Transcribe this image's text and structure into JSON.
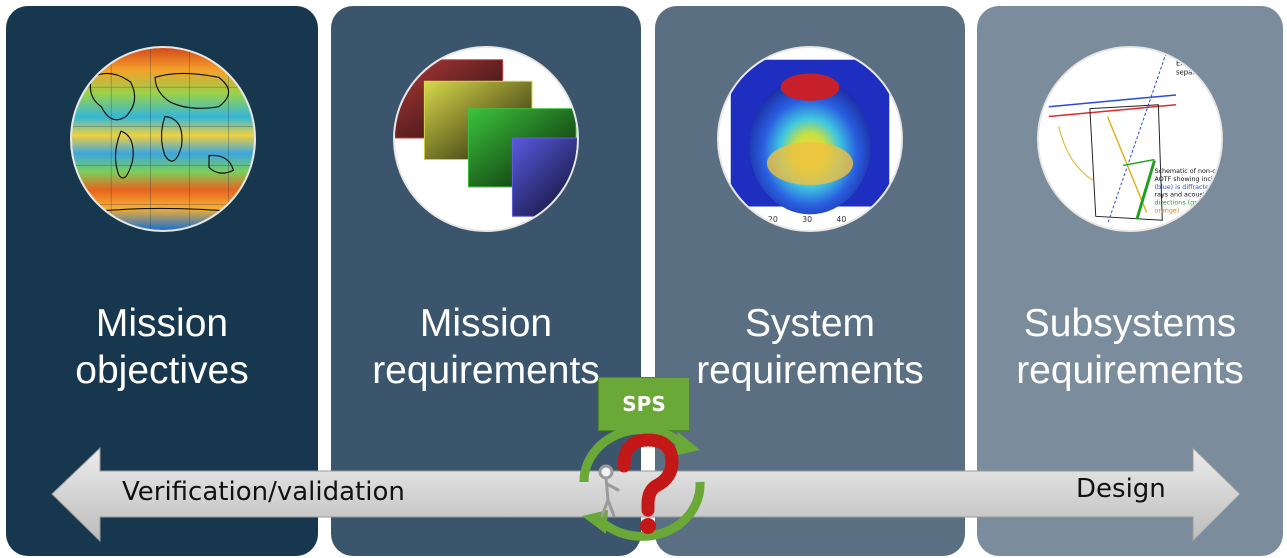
{
  "panels": [
    {
      "id": "mission-objectives",
      "title_lines": [
        "Mission",
        "objectives"
      ],
      "color": "#17374f",
      "image": "world-map-heatmap"
    },
    {
      "id": "mission-requirements",
      "title_lines": [
        "Mission",
        "requirements"
      ],
      "color": "#3b566c",
      "image": "spectral-band-frames"
    },
    {
      "id": "system-requirements",
      "title_lines": [
        "System",
        "requirements"
      ],
      "color": "#5a6f82",
      "image": "beam-intensity-map"
    },
    {
      "id": "subsystems-requirements",
      "title_lines": [
        "Subsystems",
        "requirements"
      ],
      "color": "#7b8d9c",
      "image": "aotf-ray-schematic"
    }
  ],
  "arrow": {
    "left_label": "Verification/validation",
    "right_label": "Design",
    "color": "#d0d0d0"
  },
  "center": {
    "badge_label": "SPS",
    "badge_color": "#6aa838",
    "symbol": "question-mark",
    "cycle_color": "#6aa838"
  },
  "thumb_texts": {
    "schematic": [
      "Externa",
      "separati",
      "Schematic of non-cr",
      "AOTF showing incid",
      "(blue) is diffracted",
      "rays and acoustic",
      "directions (gree",
      "orange)"
    ],
    "plot_ticks": [
      "20",
      "30",
      "40"
    ]
  }
}
